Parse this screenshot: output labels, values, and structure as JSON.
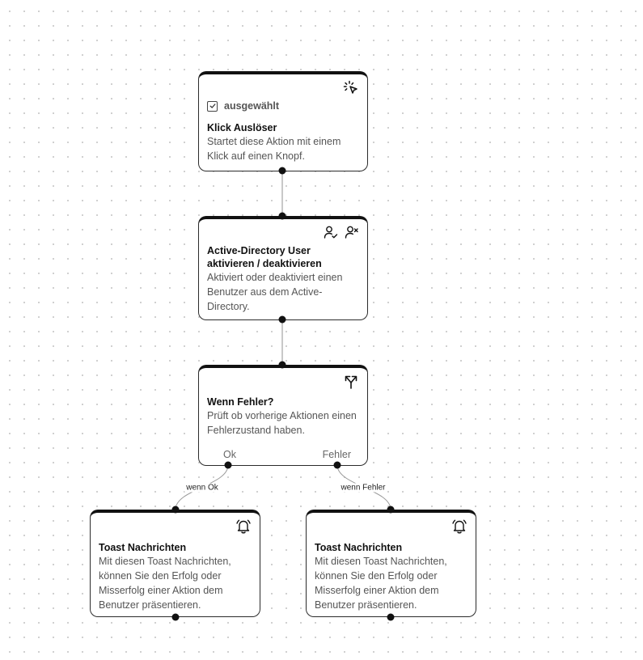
{
  "nodes": {
    "trigger": {
      "selected_label": "ausgewählt",
      "title": "Klick Auslöser",
      "description": "Startet diese Aktion mit einem Klick auf einen Knopf.",
      "icon": "cursor-click-icon"
    },
    "ad_user": {
      "title": "Active-Directory User aktivieren / deaktivieren",
      "description": "Aktiviert oder deaktiviert einen Benutzer aus dem Active-Directory.",
      "icons": [
        "user-check-icon",
        "user-x-icon"
      ]
    },
    "if_error": {
      "title": "Wenn Fehler?",
      "description": "Prüft ob vorherige Aktionen einen Fehlerzustand haben.",
      "icon": "split-arrows-icon",
      "branch_ok": "Ok",
      "branch_error": "Fehler"
    },
    "toast_ok": {
      "title": "Toast Nachrichten",
      "description": "Mit diesen Toast Nachrichten, können Sie den Erfolg oder Misserfolg einer Aktion dem Benutzer präsentieren.",
      "icon": "bell-icon"
    },
    "toast_error": {
      "title": "Toast Nachrichten",
      "description": "Mit diesen Toast Nachrichten, können Sie den Erfolg oder Misserfolg einer Aktion dem Benutzer präsentieren.",
      "icon": "bell-icon"
    }
  },
  "edges": {
    "ok_label": "wenn Ok",
    "error_label": "wenn Fehler"
  },
  "colors": {
    "node_border": "#111111",
    "edge_main": "#b5b5b5",
    "edge_branch": "#9a9a9a",
    "handle": "#111111",
    "dot_grid": "#c9c9c9"
  }
}
